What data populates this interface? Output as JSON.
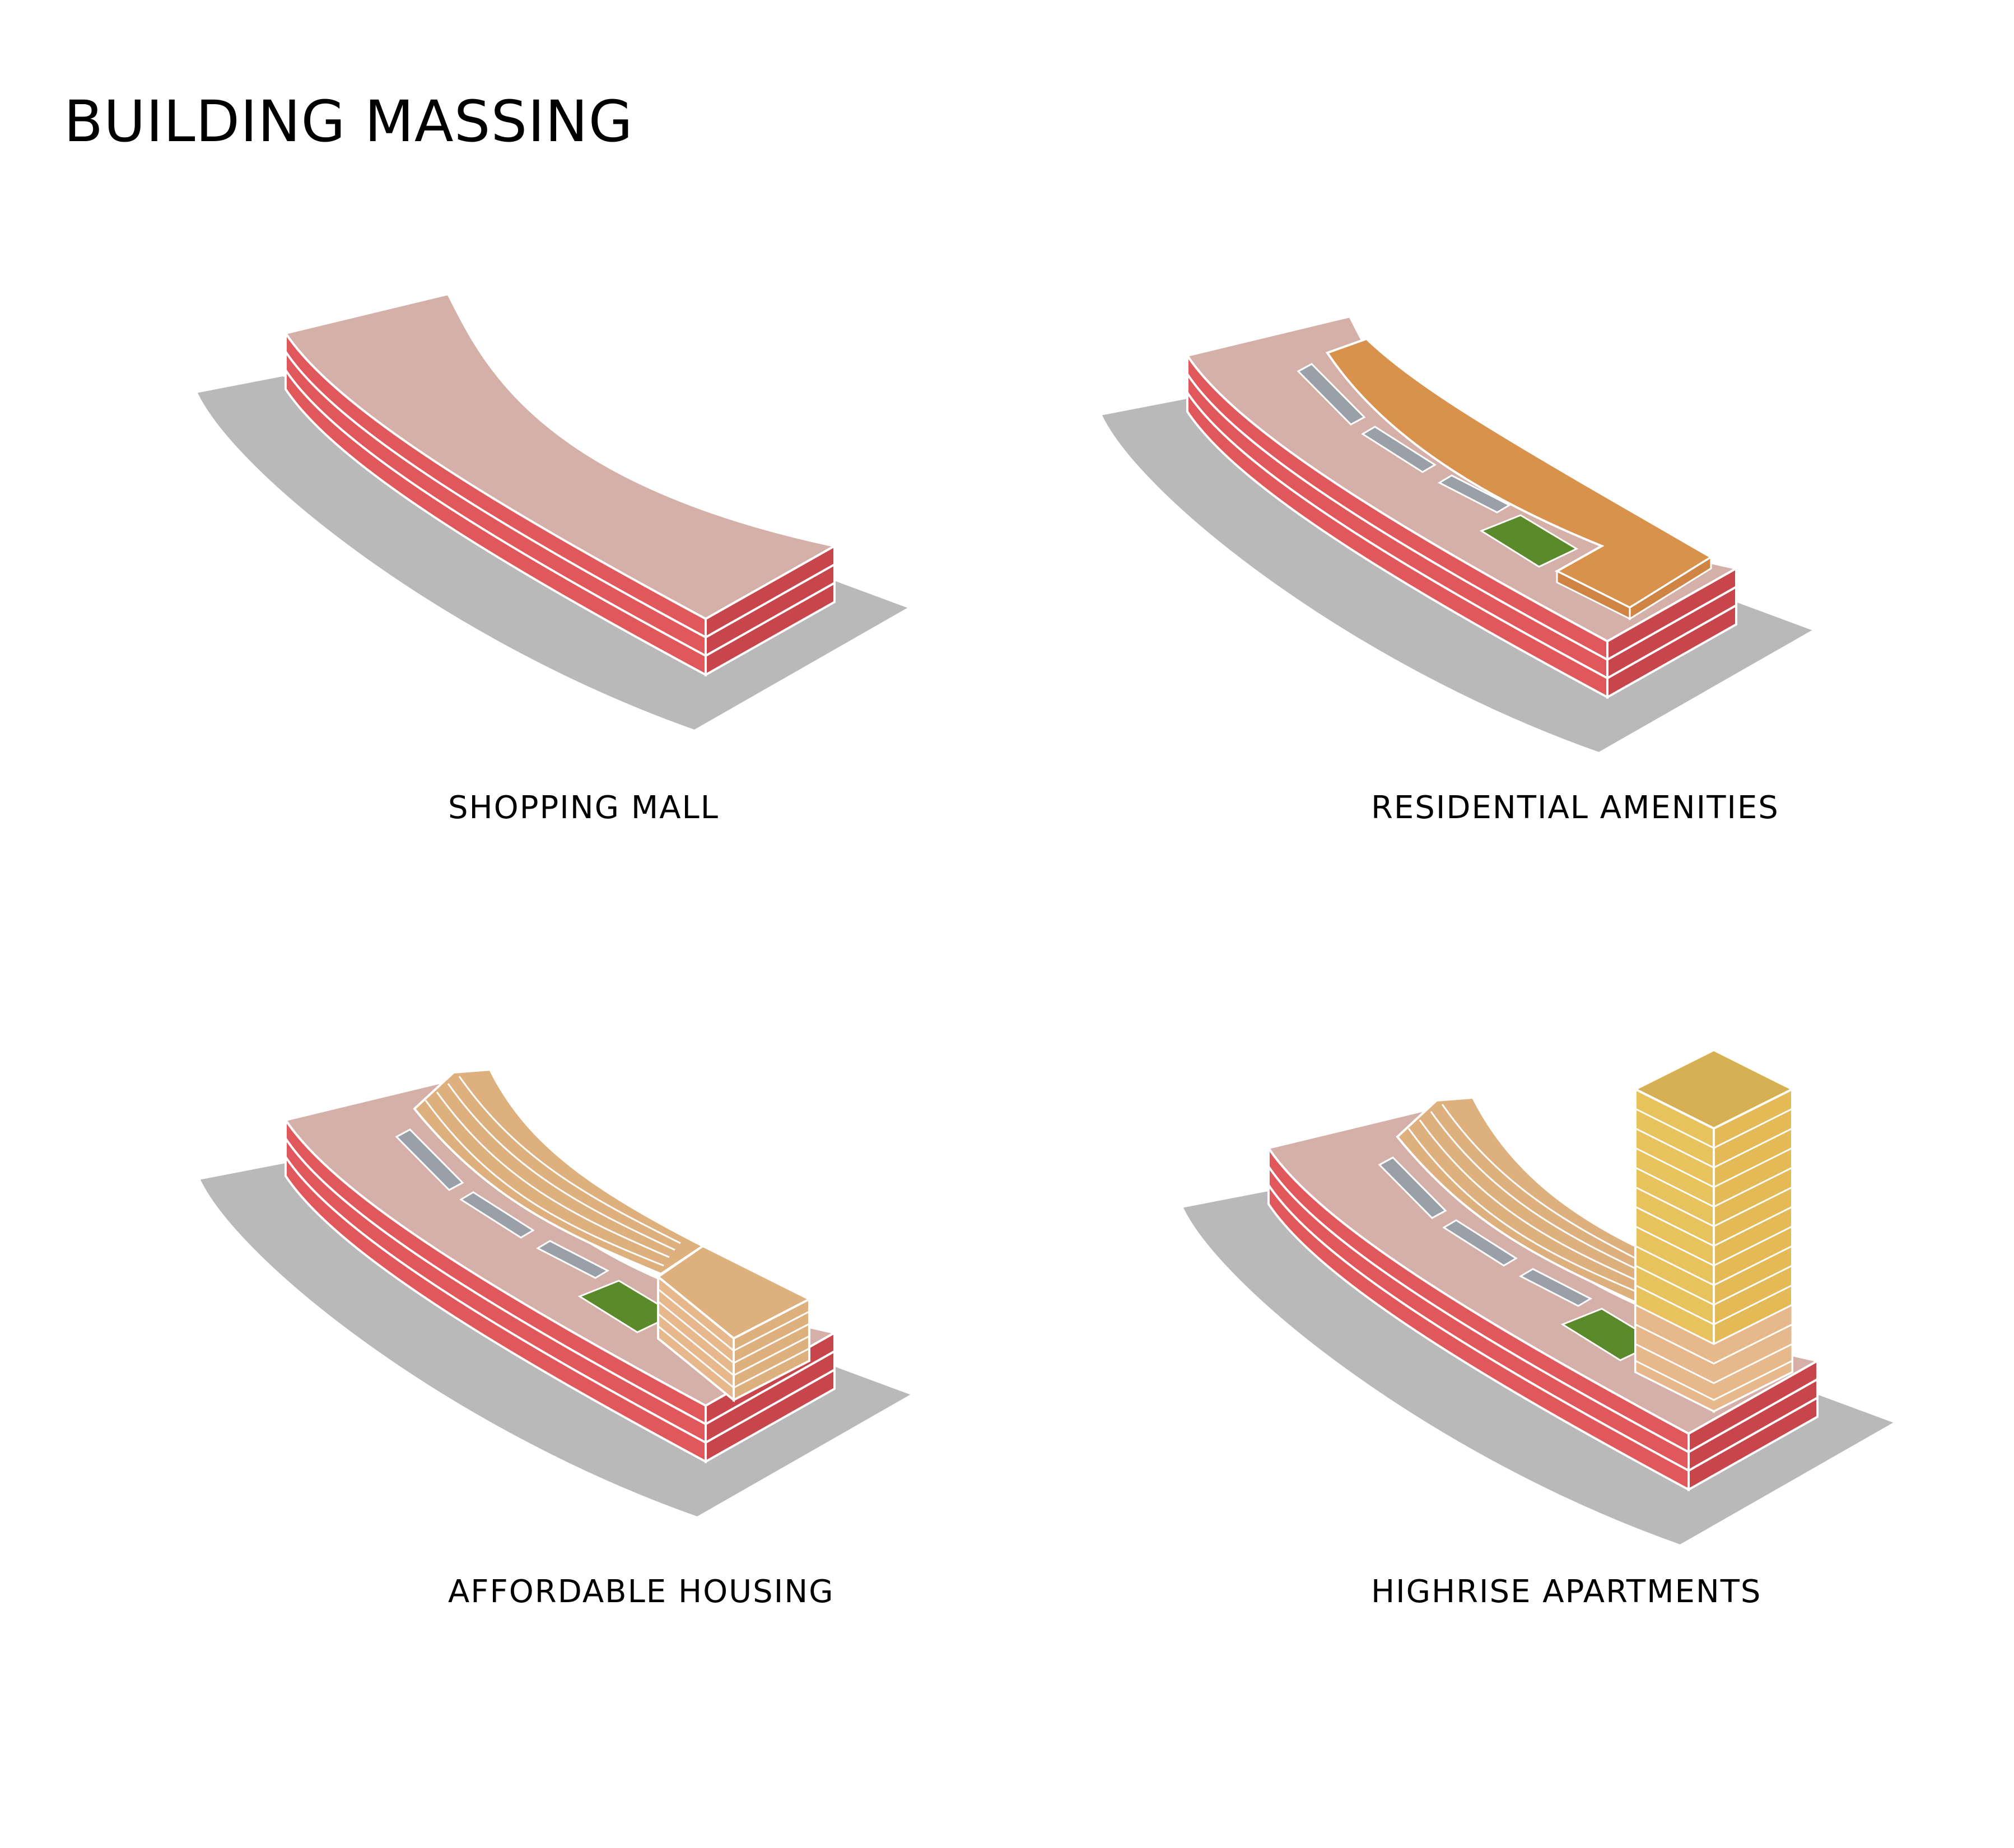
{
  "title": "BUILDING MASSING",
  "panels": [
    {
      "id": "p1",
      "caption": "SHOPPING MALL",
      "layers": [
        "podium"
      ]
    },
    {
      "id": "p2",
      "caption": "RESIDENTIAL AMENITIES",
      "layers": [
        "podium",
        "skylights",
        "green-roof",
        "amenity-block"
      ]
    },
    {
      "id": "p3",
      "caption": "AFFORDABLE HOUSING",
      "layers": [
        "podium",
        "skylights",
        "green-roof",
        "stepped-housing"
      ]
    },
    {
      "id": "p4",
      "caption": "HIGHRISE APARTMENTS",
      "layers": [
        "podium",
        "skylights",
        "green-roof",
        "stepped-housing",
        "tower"
      ]
    }
  ],
  "colors": {
    "ground": "#b9b9b9",
    "podium_top": "#d4b0a8",
    "podium_side": "#e0585c",
    "podium_side_dark": "#c8464b",
    "amenity": "#d9924c",
    "housing": "#ddb07e",
    "tower_side": "#e8c25c",
    "tower_top": "#d6b052",
    "green_roof": "#5b8a2a",
    "skylight": "#9aa0a8"
  }
}
